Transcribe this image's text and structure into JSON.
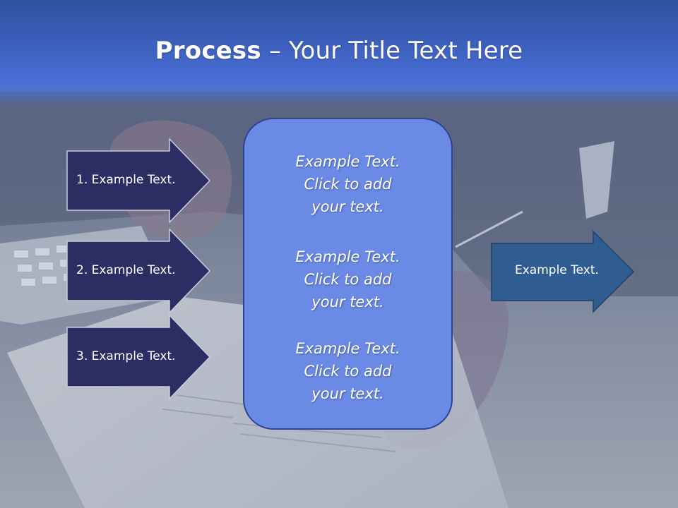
{
  "slide": {
    "title_bold": "Process",
    "title_separator": " – ",
    "title_rest": "Your Title Text Here"
  },
  "left_arrows": [
    {
      "label": "1. Example Text."
    },
    {
      "label": "2. Example Text."
    },
    {
      "label": "3. Example Text."
    }
  ],
  "center_panel": {
    "blocks": [
      {
        "line1": "Example Text.",
        "line2": "Click  to add",
        "line3": "your text."
      },
      {
        "line1": "Example Text.",
        "line2": "Click  to add",
        "line3": "your text."
      },
      {
        "line1": "Example Text.",
        "line2": "Click  to add",
        "line3": "your text."
      }
    ]
  },
  "right_arrow": {
    "label": "Example Text."
  },
  "colors": {
    "header_top": "#2f4f9e",
    "header_bottom": "#4a70d8",
    "left_arrow_fill": "#2b2d63",
    "panel_fill": "#6b8ae6",
    "panel_border": "#2d4590",
    "right_arrow_fill": "#2f5d92"
  }
}
